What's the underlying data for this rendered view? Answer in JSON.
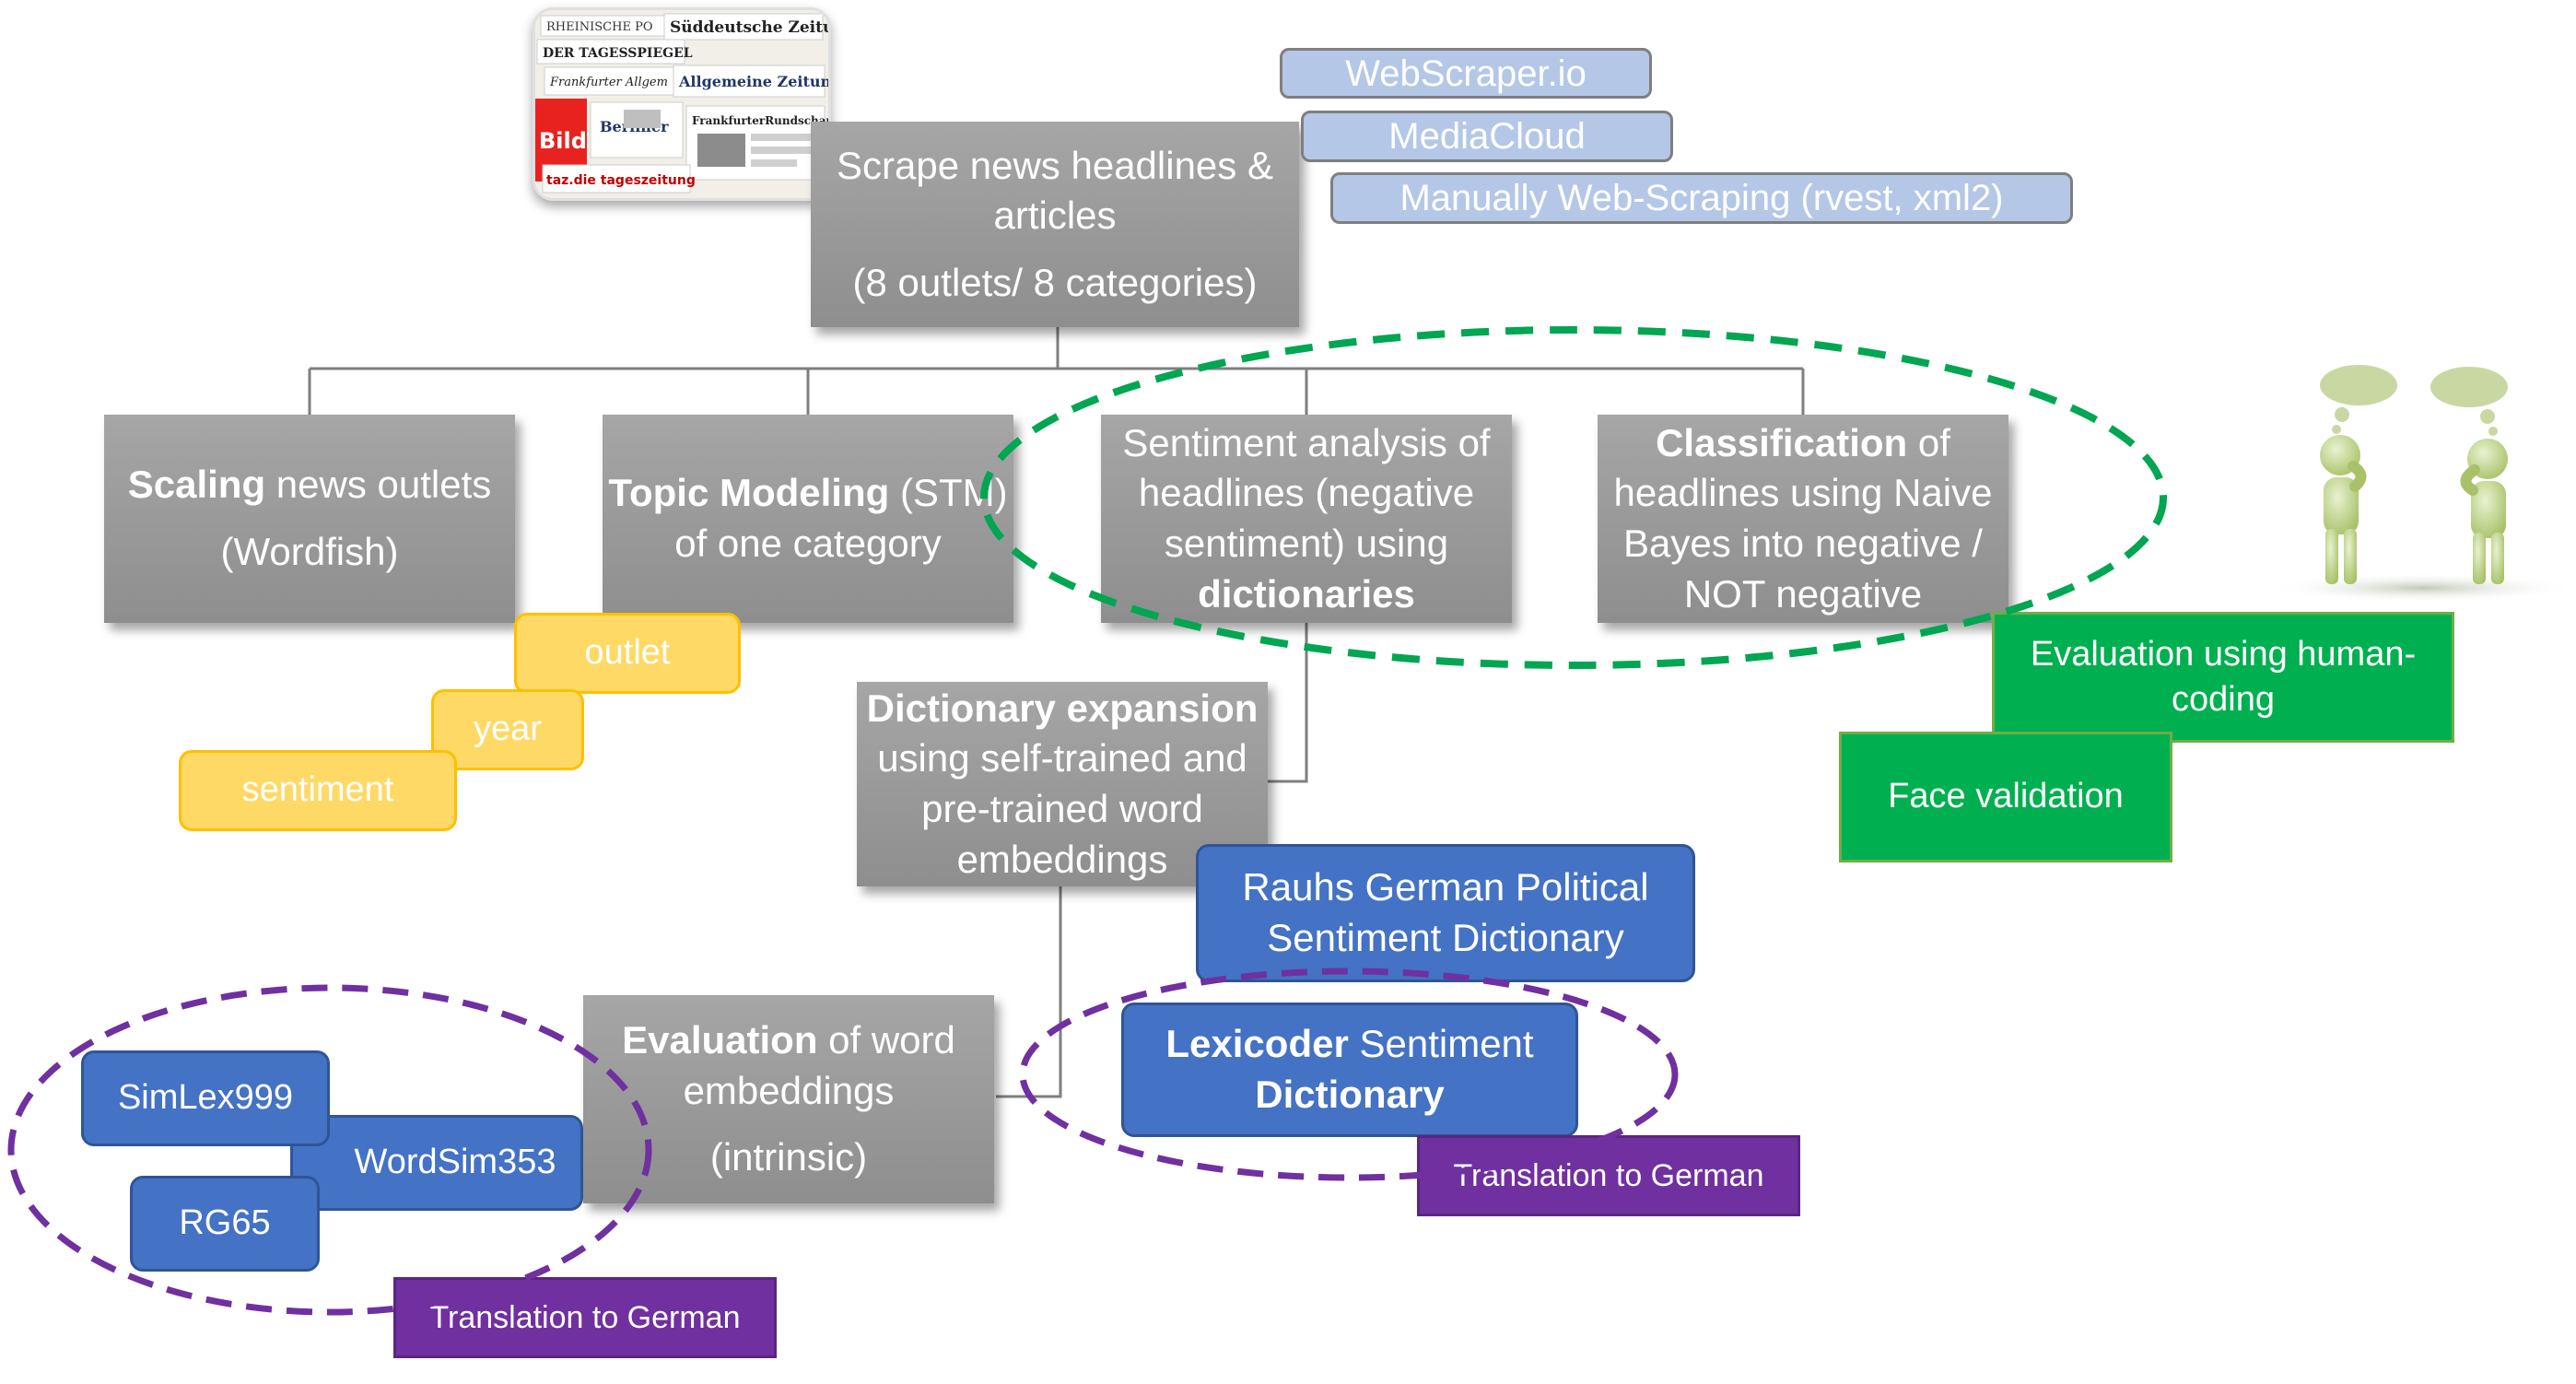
{
  "colors": {
    "gray_box": "#999999",
    "light_blue": "#b4c7e7",
    "yellow": "#ffd966",
    "blue": "#4472c4",
    "green": "#00b050",
    "purple": "#7030a0",
    "green_dashed_oval": "#00a651",
    "purple_dashed_oval": "#7030a0"
  },
  "newspapers": {
    "icon": "newspaper-collage",
    "mastheads": [
      "RHEINISCHE PO",
      "Süddeutsche Zeitung",
      "DER TAGESSPIEGEL",
      "Frankfurter Allgem",
      "Allgemeine Zeitung",
      "Bild",
      "Berliner",
      "FrankfurterRundschau",
      "taz.die tageszeitung"
    ]
  },
  "root": {
    "line1": "Scrape news headlines &",
    "line2": "articles",
    "line3": "(8 outlets/ 8 categories)"
  },
  "scrape_tools": [
    "WebScraper.io",
    "MediaCloud",
    "Manually Web-Scraping (rvest, xml2)"
  ],
  "scaling": {
    "bold": "Scaling",
    "rest": " news outlets",
    "line2": "(Wordfish)"
  },
  "topic": {
    "bold": "Topic Modeling",
    "rest": " (STM)",
    "line2": "of one category"
  },
  "topic_covariates": [
    "outlet",
    "year",
    "sentiment"
  ],
  "sentiment": {
    "line1": "Sentiment analysis of",
    "line2": "headlines (negative",
    "line3": "sentiment) using",
    "bold": "dictionaries"
  },
  "classification": {
    "bold": "Classification",
    "rest": " of",
    "line2": "headlines using Naive",
    "line3": "Bayes into negative /",
    "line4": "NOT negative"
  },
  "evaluation_human": {
    "line1": "Evaluation using human-",
    "line2": "coding"
  },
  "face_validation": "Face validation",
  "human_figures_icon": "thinking-figures",
  "dict_expansion": {
    "bold": "Dictionary expansion",
    "line2": "using self-trained and",
    "line3": "pre-trained word",
    "line4": "embeddings"
  },
  "rauhs": {
    "line1": "Rauhs German Political",
    "line2": "Sentiment Dictionary"
  },
  "lexicoder": {
    "bold1": "Lexicoder",
    "rest": " Sentiment",
    "bold2": "Dictionary"
  },
  "translation_label": "Translation to German",
  "eval_embeddings": {
    "bold": "Evaluation",
    "rest": " of word",
    "line2": "embeddings",
    "line3": "(intrinsic)"
  },
  "benchmarks": [
    "SimLex999",
    "WordSim353",
    "RG65"
  ]
}
